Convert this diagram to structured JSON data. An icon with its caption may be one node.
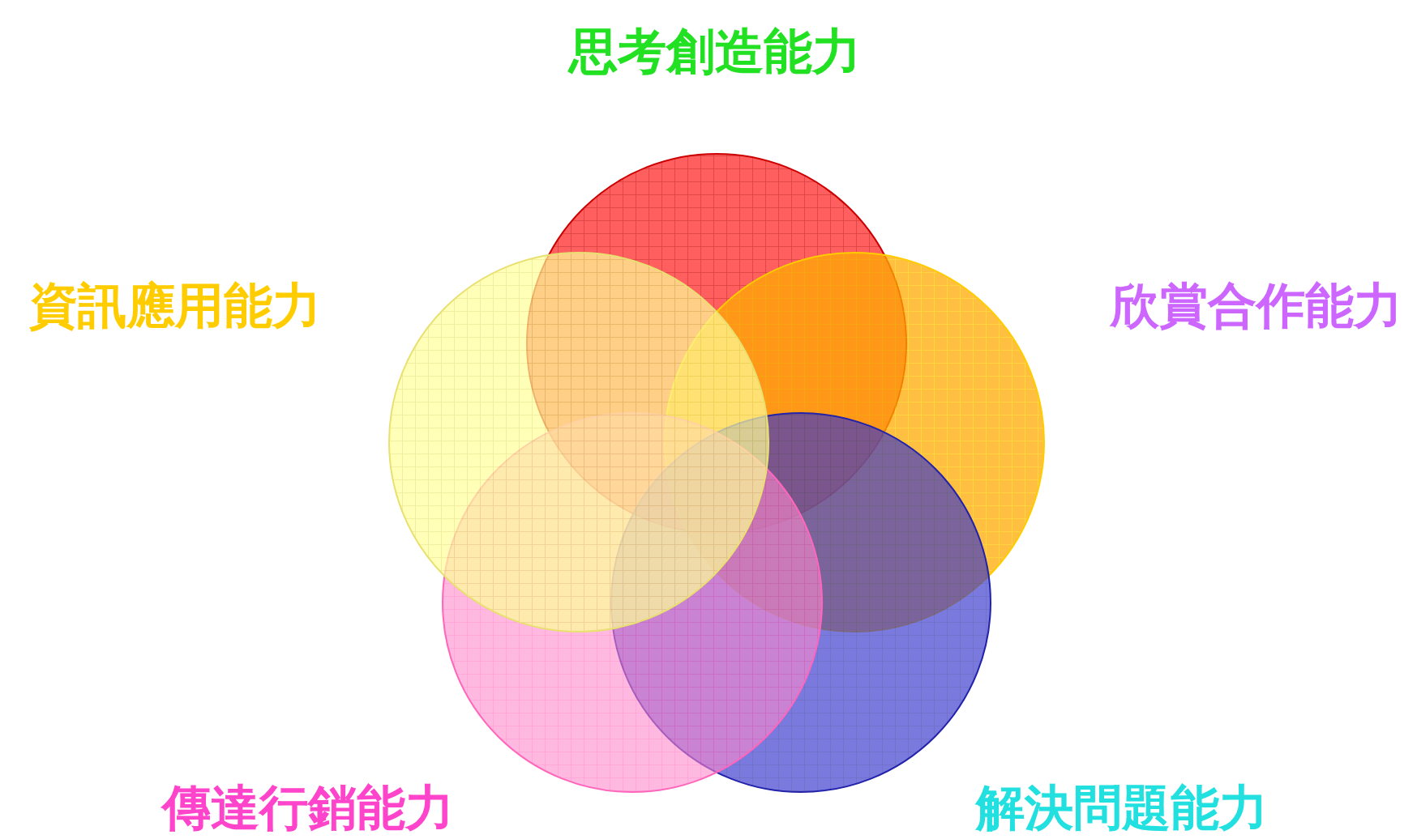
{
  "diagram": {
    "nodes": [
      {
        "text": [
          "思考創造能力"
        ]
      },
      {
        "text": [
          "資訊應用能力"
        ]
      },
      {
        "text": [
          "欣賞合作能力"
        ]
      },
      {
        "text": [
          "傳達行銷能力"
        ]
      },
      {
        "text": [
          "解決問題能力"
        ]
      }
    ]
  }
}
